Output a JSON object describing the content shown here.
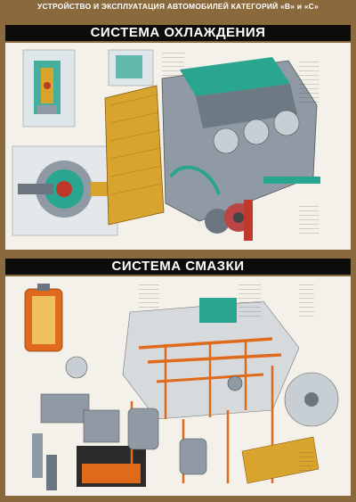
{
  "header": {
    "text": "УСТРОЙСТВО И ЭКСПЛУАТАЦИЯ АВТОМОБИЛЕЙ КАТЕГОРИЙ «В» и «С»"
  },
  "sections": [
    {
      "title": "СИСТЕМА ОХЛАЖДЕНИЯ"
    },
    {
      "title": "СИСТЕМА СМАЗКИ"
    }
  ],
  "colors": {
    "background": "#8a6a3c",
    "title_bar": "#0c0c0c",
    "panel": "#f4f1ea",
    "coolant": "#2aa58f",
    "oil": "#e06a1c",
    "radiator": "#d9a42e",
    "engine_metal": "#8f9aa4"
  },
  "icons": [
    "cooling-engine-illustration",
    "lubrication-engine-illustration",
    "fan-icon",
    "radiator-icon",
    "oil-filter-icon",
    "water-pump-icon"
  ]
}
